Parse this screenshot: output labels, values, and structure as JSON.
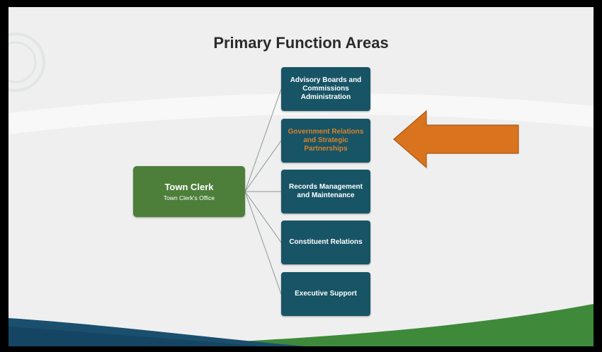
{
  "slide": {
    "title": "Primary Function Areas",
    "root": {
      "title": "Town Clerk",
      "subtitle": "Town Clerk's Office",
      "color": "#4d7f3b"
    },
    "children": [
      {
        "label": "Advisory Boards and Commissions Administration",
        "highlighted": false
      },
      {
        "label": "Government Relations and Strategic Partnerships",
        "highlighted": true
      },
      {
        "label": "Records Management and Maintenance",
        "highlighted": false
      },
      {
        "label": "Constituent Relations",
        "highlighted": false
      },
      {
        "label": "Executive Support",
        "highlighted": false
      }
    ],
    "arrow": {
      "direction": "left",
      "color": "#d9731e",
      "icon": "arrow-left-icon"
    },
    "colors": {
      "child_box": "#175466",
      "highlight_text": "#d9822b",
      "background": "#efefef",
      "footer_blue": "#1a4f6e",
      "footer_green": "#3e8a3a"
    }
  }
}
